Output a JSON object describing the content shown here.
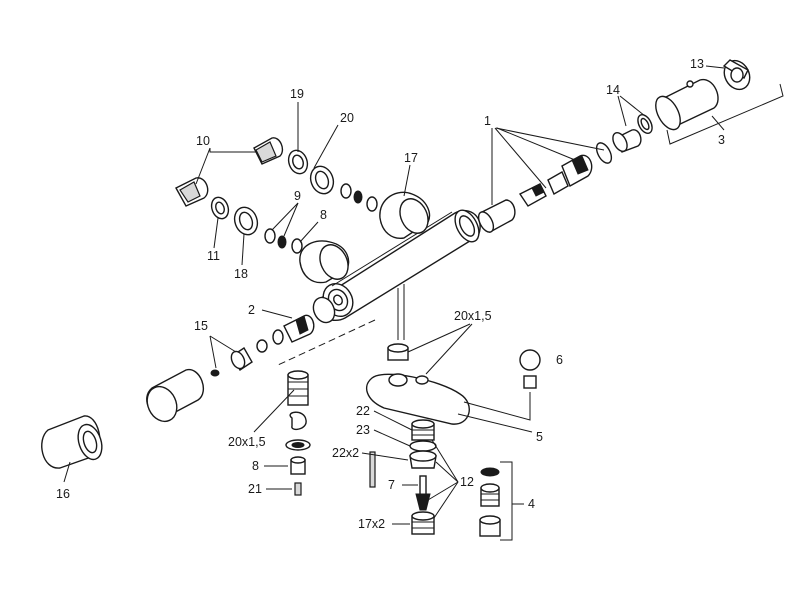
{
  "labels": {
    "l1": "1",
    "l2": "2",
    "l3": "3",
    "l4": "4",
    "l5": "5",
    "l6": "6",
    "l7": "7",
    "l8a": "8",
    "l8b": "8",
    "l9": "9",
    "l10": "10",
    "l11": "11",
    "l12": "12",
    "l13": "13",
    "l14": "14",
    "l15": "15",
    "l16": "16",
    "l17": "17",
    "l18": "18",
    "l19": "19",
    "l20": "20",
    "l21": "21",
    "l22": "22",
    "l23": "23",
    "l20x15a": "20x1,5",
    "l20x15b": "20x1,5",
    "l22x2": "22x2",
    "l17x2": "17x2"
  }
}
